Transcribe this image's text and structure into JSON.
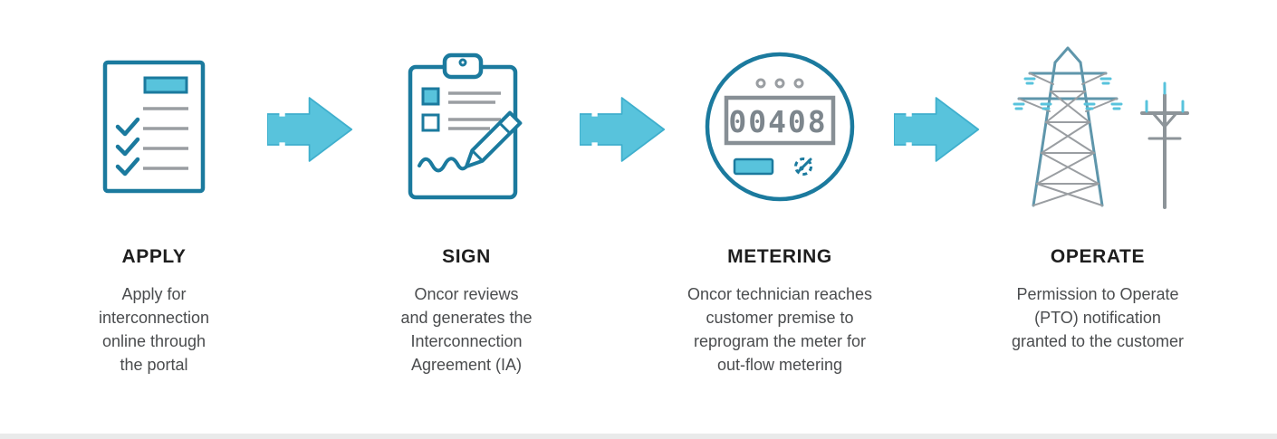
{
  "colors": {
    "teal": "#1b7a9e",
    "blue": "#58c3dc",
    "blue_dark": "#3fafcd",
    "gray": "#9a9ea2",
    "gray_dark": "#878f95",
    "digits": "#7d868d",
    "tower": "#5f96ab",
    "pole": "#8d9499",
    "heading": "#1e1e1e",
    "body": "#4a4c4e",
    "page_edge": "#e9eaea"
  },
  "steps": [
    {
      "id": "apply",
      "icon": "checklist-icon",
      "title": "APPLY",
      "description": "Apply for\ninterconnection\nonline through\nthe portal"
    },
    {
      "id": "sign",
      "icon": "clipboard-pencil-icon",
      "title": "SIGN",
      "description": "Oncor reviews\nand generates the\nInterconnection\nAgreement (IA)"
    },
    {
      "id": "metering",
      "icon": "electric-meter-icon",
      "title": "METERING",
      "description": "Oncor technician reaches\ncustomer premise to\nreprogram the meter for\nout-flow metering",
      "meter_reading": "00408"
    },
    {
      "id": "operate",
      "icon": "transmission-tower-icon",
      "title": "OPERATE",
      "description": "Permission to Operate\n(PTO) notification\ngranted to the customer"
    }
  ]
}
